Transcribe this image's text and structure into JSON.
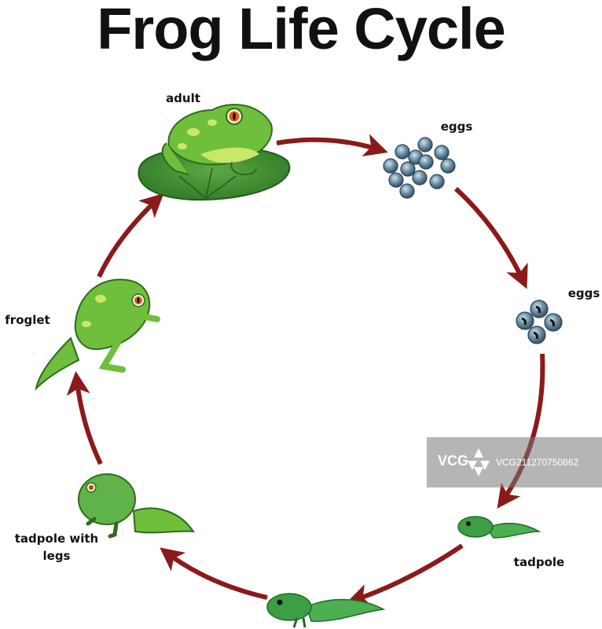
{
  "title": "Frog Life Cycle",
  "stages": {
    "adult": "adult",
    "eggs_cluster": "eggs",
    "eggs_few": "eggs",
    "tadpole": "tadpole",
    "tadpole_legs_line1": "tadpole with",
    "tadpole_legs_line2": "legs",
    "froglet": "froglet"
  },
  "watermark": {
    "logo": "VCG",
    "id": "VCG211270750862"
  },
  "colors": {
    "arrow": "#8b1a1a",
    "frog_green": "#6fbf3c",
    "frog_light": "#c9e86a",
    "lily_pad": "#3f8f2f",
    "egg": "#4a6b80"
  }
}
